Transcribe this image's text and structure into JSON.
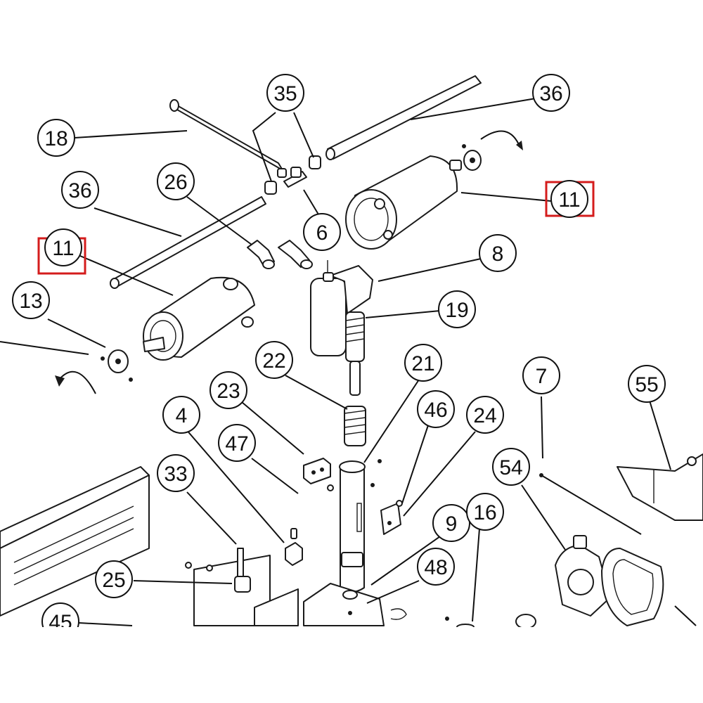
{
  "colors": {
    "line": "#111111",
    "highlight": "#d41c1c",
    "background": "#ffffff"
  },
  "callouts": [
    {
      "label": "35"
    },
    {
      "label": "36"
    },
    {
      "label": "18"
    },
    {
      "label": "26"
    },
    {
      "label": "36"
    },
    {
      "label": "11",
      "highlighted": true
    },
    {
      "label": "6"
    },
    {
      "label": "8"
    },
    {
      "label": "11",
      "highlighted": true
    },
    {
      "label": "13"
    },
    {
      "label": "19"
    },
    {
      "label": "22"
    },
    {
      "label": "21"
    },
    {
      "label": "23"
    },
    {
      "label": "7"
    },
    {
      "label": "55"
    },
    {
      "label": "4"
    },
    {
      "label": "46"
    },
    {
      "label": "24"
    },
    {
      "label": "47"
    },
    {
      "label": "54"
    },
    {
      "label": "33"
    },
    {
      "label": "9"
    },
    {
      "label": "16"
    },
    {
      "label": "25"
    },
    {
      "label": "48"
    },
    {
      "label": "45"
    }
  ]
}
